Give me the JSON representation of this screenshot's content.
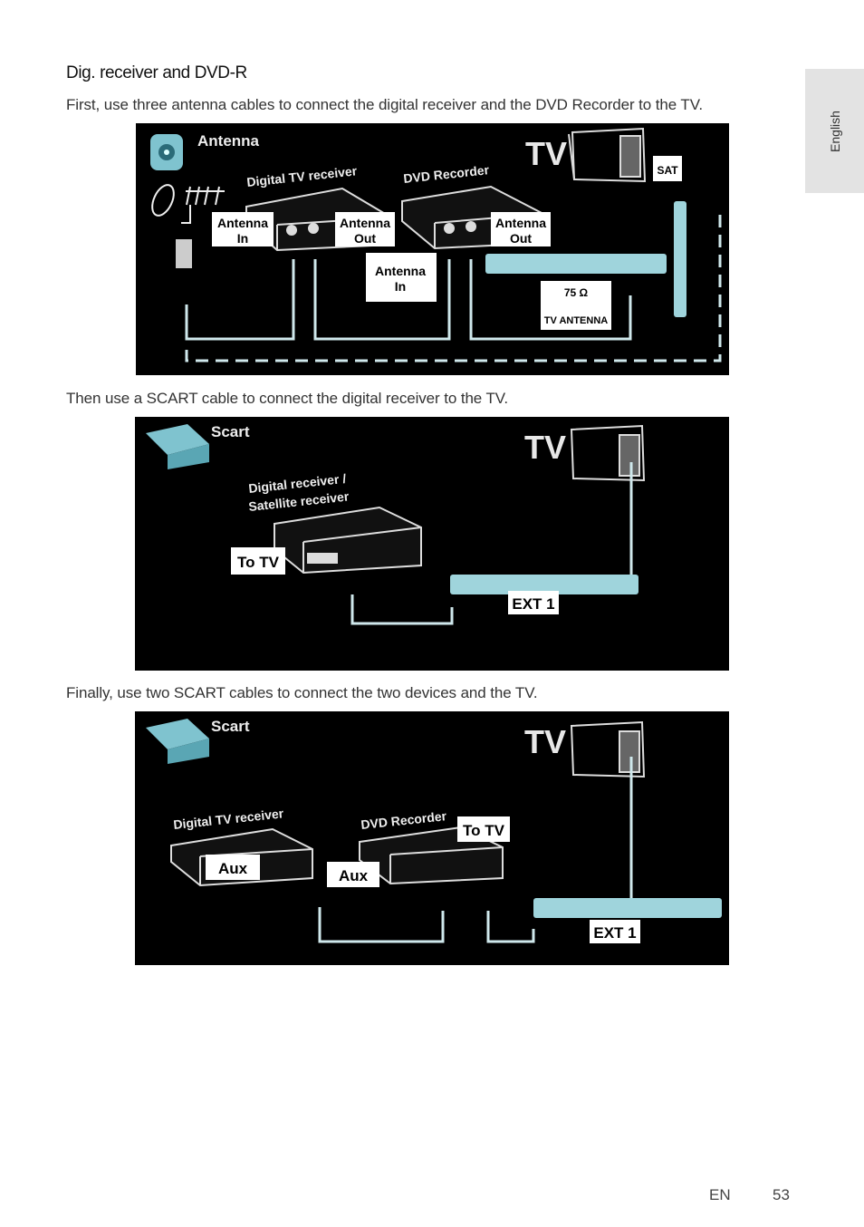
{
  "heading": "Dig. receiver and DVD-R",
  "paragraphs": {
    "p1": "First, use three antenna cables to connect the digital receiver and the DVD Recorder to the TV.",
    "p2": "Then use a SCART cable to connect the digital receiver to the TV.",
    "p3": "Finally, use two SCART cables to connect the two devices and the TV."
  },
  "side_tab": "English",
  "diagram1": {
    "title": "Antenna",
    "tv": "TV",
    "digital_receiver": "Digital TV receiver",
    "dvd_recorder": "DVD Recorder",
    "antenna_in_1": "Antenna",
    "antenna_in_1b": "In",
    "antenna_out_1": "Antenna",
    "antenna_out_1b": "Out",
    "antenna_in_2": "Antenna",
    "antenna_in_2b": "In",
    "antenna_out_2": "Antenna",
    "antenna_out_2b": "Out",
    "sat": "SAT",
    "ohm": "75 Ω",
    "tv_antenna": "TV ANTENNA"
  },
  "diagram2": {
    "title": "Scart",
    "tv": "TV",
    "receiver_line1": "Digital receiver /",
    "receiver_line2": "Satellite receiver",
    "to_tv": "To TV",
    "ext1": "EXT 1"
  },
  "diagram3": {
    "title": "Scart",
    "tv": "TV",
    "digital_receiver": "Digital TV receiver",
    "dvd_recorder": "DVD Recorder",
    "aux_1": "Aux",
    "aux_2": "Aux",
    "to_tv": "To TV",
    "ext1": "EXT 1"
  },
  "footer": {
    "lang": "EN",
    "page": "53"
  },
  "colors": {
    "cable": "#cfe8ec",
    "diagram_bg": "#000000",
    "tab_bg": "#e3e3e3"
  }
}
